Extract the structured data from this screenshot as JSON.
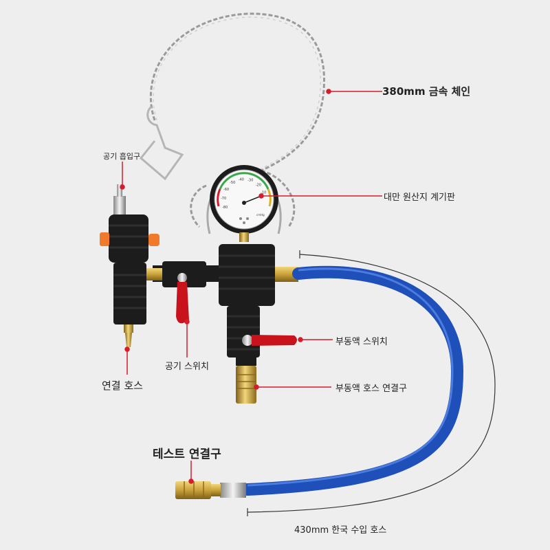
{
  "labels": {
    "chain": "380mm 금속 체인",
    "air_inlet": "공기 흡입구",
    "gauge": "대만 원산지 계기판",
    "air_switch": "공기 스위치",
    "coolant_switch": "부동액 스위치",
    "connect_hose": "연결 호스",
    "coolant_hose_connector": "부동액 호스 연결구",
    "test_connector": "테스트 연결구",
    "hose": "430mm 한국 수입 호스"
  },
  "gauge": {
    "scale_top": [
      "-10",
      "-20",
      "-30",
      "-40",
      "-50",
      "-60",
      "-70",
      "-80"
    ],
    "unit": "cmHg"
  },
  "colors": {
    "leader_line": "#d61c2a",
    "hose": "#1f4fb8",
    "body": "#1c1c1c",
    "brass": "#c9a23a",
    "valve_handle": "#c8121c",
    "knob": "#f07a2a"
  }
}
